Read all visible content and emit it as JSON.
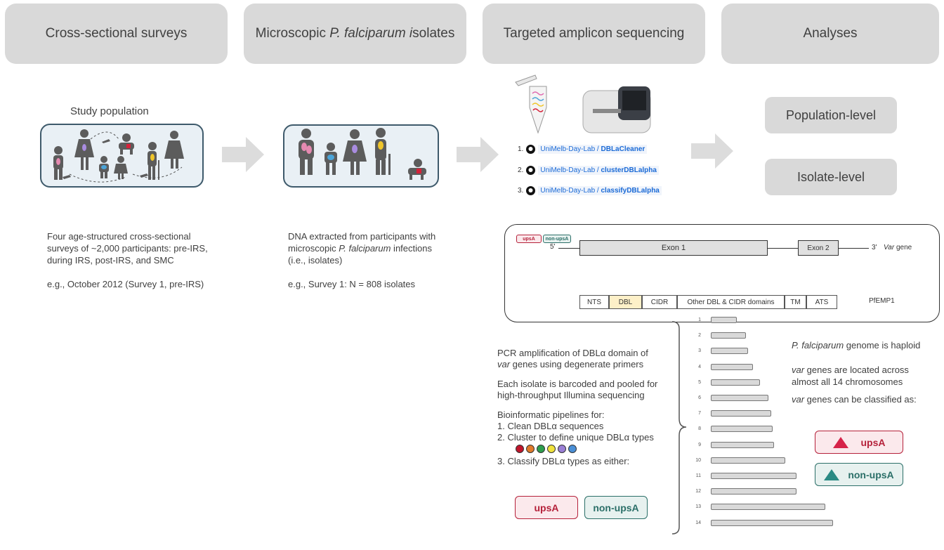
{
  "headers": {
    "h1": "Cross-sectional surveys",
    "h2_pre": "Microscopic ",
    "h2_italic": "P. falciparum i",
    "h2_post": "solates",
    "h3": "Targeted amplicon sequencing",
    "h4": "Analyses"
  },
  "study_population_label": "Study population",
  "analyses": {
    "population": "Population-level",
    "isolate": "Isolate-level"
  },
  "surveys_text": {
    "line1": "Four age-structured cross-sectional",
    "line2": "surveys of ~2,000 participants: pre-IRS,",
    "line3": "during IRS, post-IRS, and SMC",
    "example": "e.g., October 2012 (Survey 1, pre-IRS)"
  },
  "isolates_text": {
    "line1": "DNA extracted from participants with",
    "line2_pre": "microscopic ",
    "line2_it": "P. falciparum",
    "line2_post": " infections",
    "line3": "(i.e., isolates)",
    "example": "e.g., Survey 1: N = 808 isolates"
  },
  "pipelines": [
    {
      "num": "1.",
      "org": "UniMelb-Day-Lab",
      "repo": "DBLaCleaner"
    },
    {
      "num": "2.",
      "org": "UniMelb-Day-Lab",
      "repo": "clusterDBLalpha"
    },
    {
      "num": "3.",
      "org": "UniMelb-Day-Lab",
      "repo": "classifyDBLalpha"
    }
  ],
  "gene": {
    "ups_label": "upsA",
    "nonups_label": "non-upsA",
    "five_prime": "5'",
    "three_prime": "3'",
    "exon1": "Exon 1",
    "exon2": "Exon 2",
    "var_gene_it": "Var",
    "var_gene_rest": " gene",
    "pfemp1": "PfEMP1",
    "domains": [
      "NTS",
      "DBL",
      "CIDR",
      "Other DBL & CIDR domains",
      "TM",
      "ATS"
    ]
  },
  "methods": {
    "pcr1": "PCR amplification of DBLα domain of",
    "pcr2_it": "var",
    "pcr2_rest": " genes using degenerate primers",
    "bar1": "Each isolate is barcoded and pooled for",
    "bar2": "high-throughput Illumina sequencing",
    "bio": "Bioinformatic pipelines for:",
    "step1": "1.   Clean DBLα sequences",
    "step2": "2.   Cluster to define unique DBLα types",
    "step3": "3.   Classify DBLα types as either:",
    "dot_colors": [
      "#c0152b",
      "#e07a2a",
      "#2e9e4e",
      "#f0e23c",
      "#9a7fd6",
      "#4a8fd6"
    ],
    "ups": "upsA",
    "nonups": "non-upsA"
  },
  "chromosomes": [
    "1",
    "2",
    "3",
    "4",
    "5",
    "6",
    "7",
    "8",
    "9",
    "10",
    "11",
    "12",
    "13",
    "14"
  ],
  "facts": {
    "f1_it": "P. falciparum",
    "f1_rest": " genome is haploid",
    "f2_it": "var",
    "f2_rest": " genes are located across",
    "f2b": "almost all 14 chromosomes",
    "f3_it": "var",
    "f3_rest": " genes can be classified as:",
    "ups": "upsA",
    "nonups": "non-upsA",
    "ups_color": "#d6244a",
    "nonups_color": "#2b8a84"
  }
}
